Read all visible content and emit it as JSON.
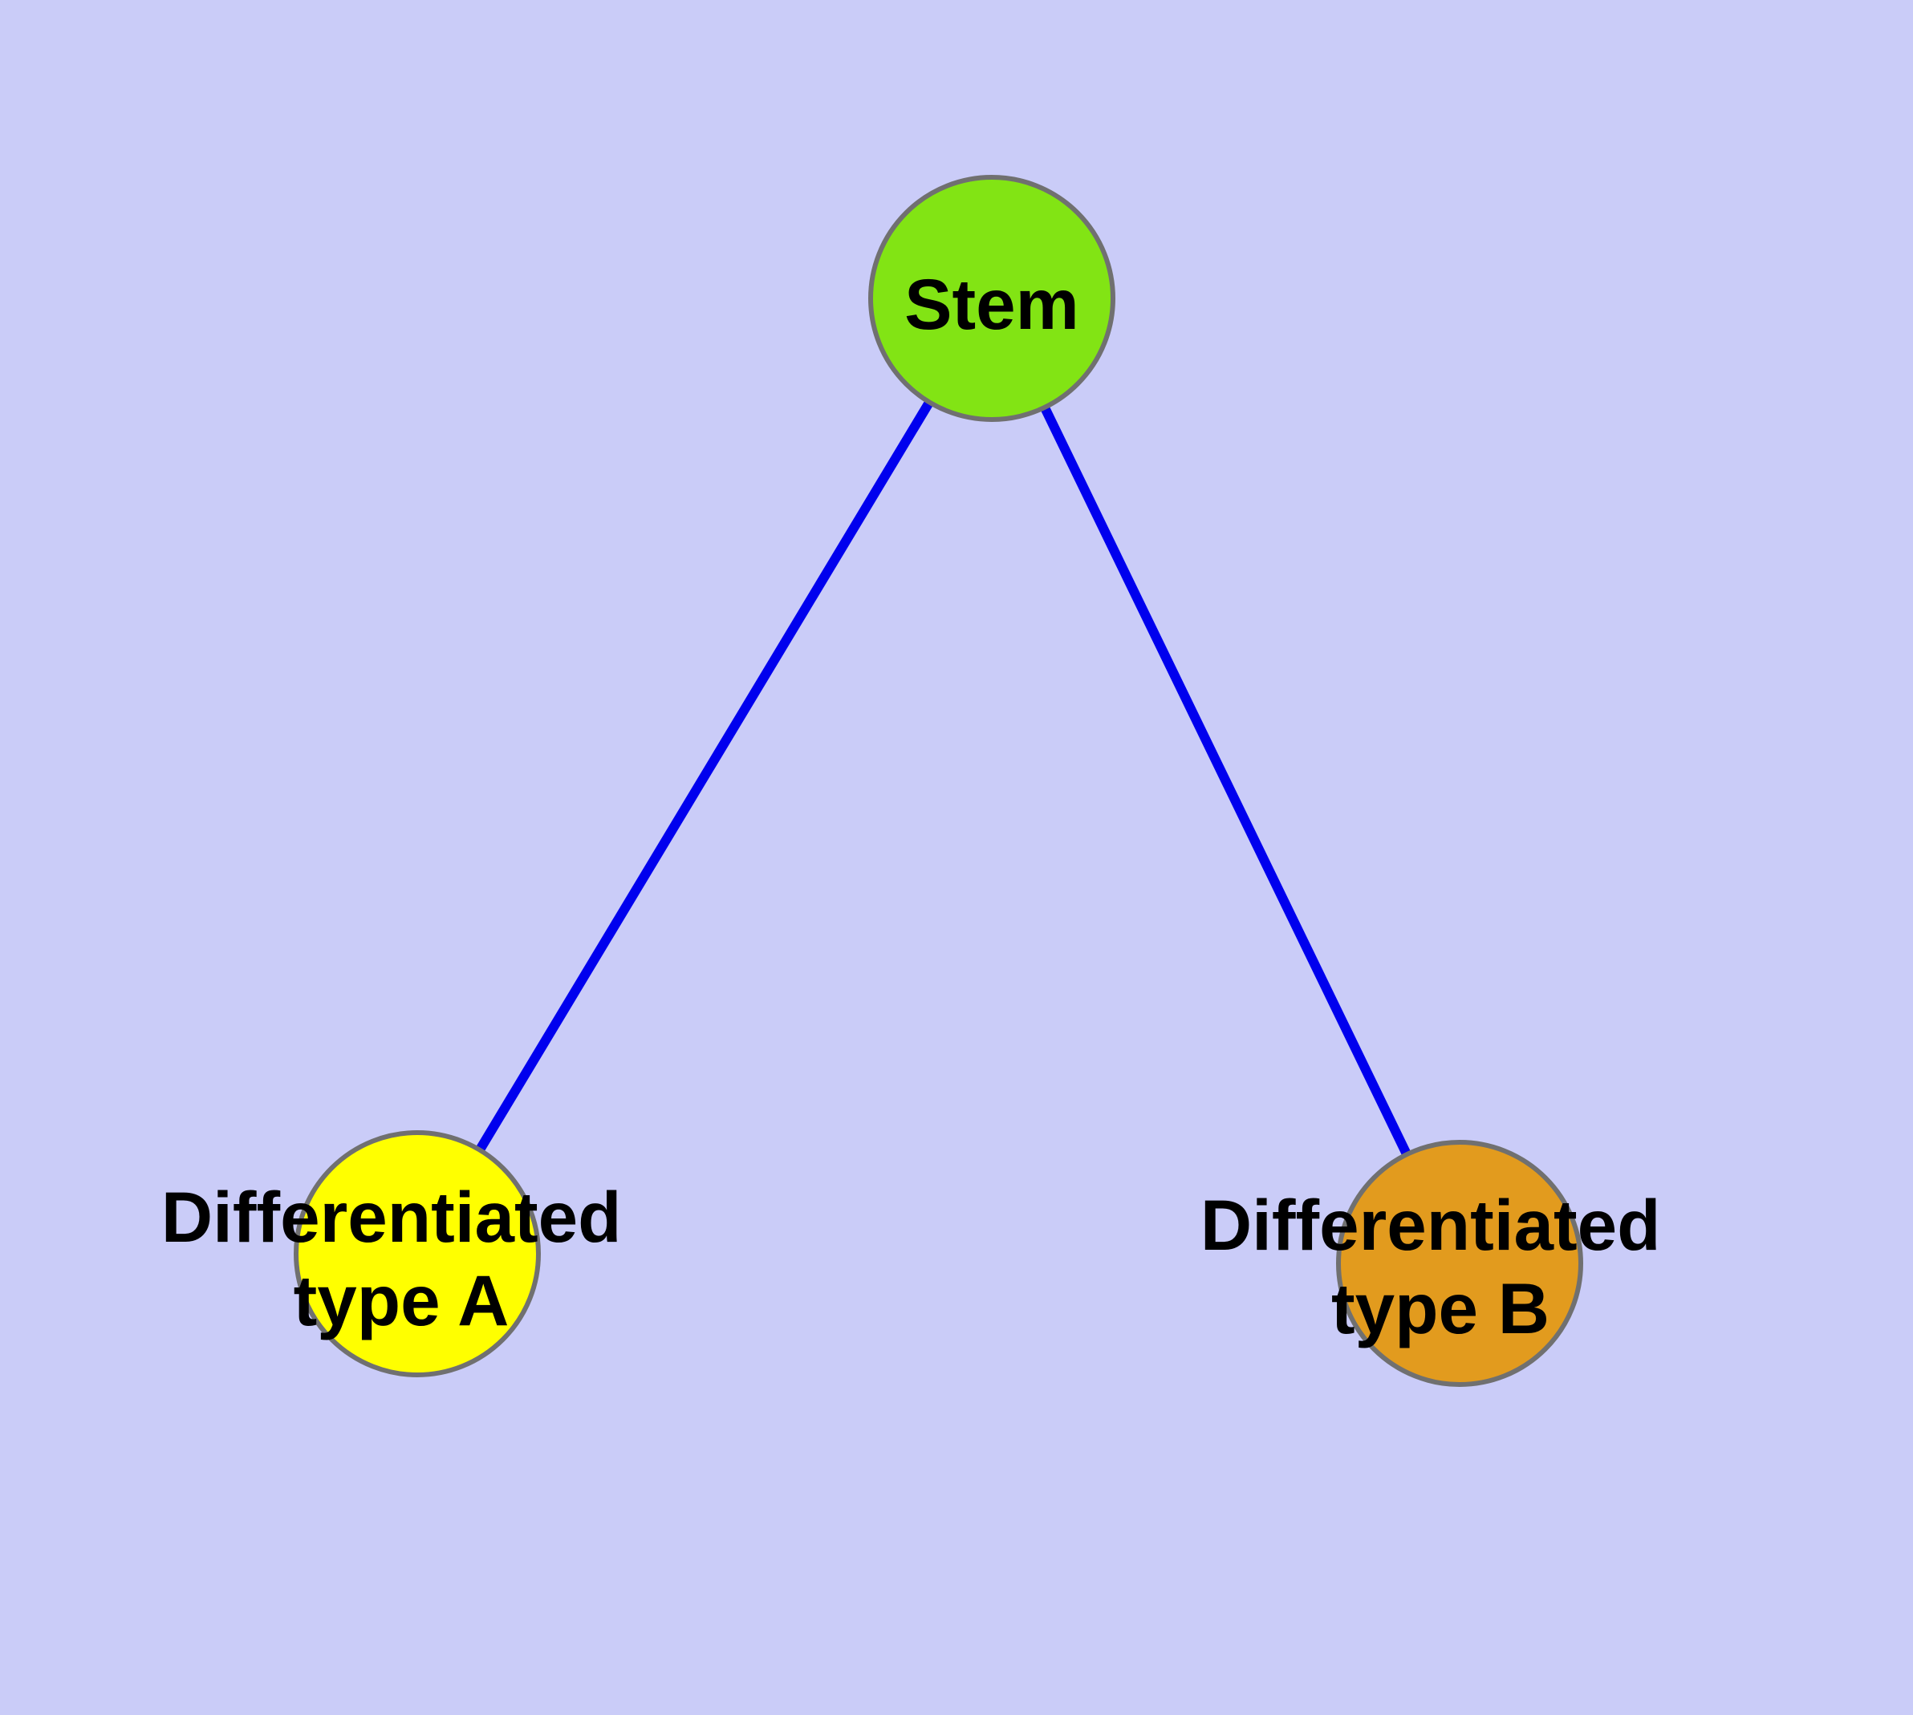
{
  "diagram": {
    "type": "graph",
    "background_color": "#caccf8",
    "edge_color": "#0000ee",
    "node_border_color": "#707070",
    "label_color": "#000000",
    "nodes": [
      {
        "id": "stem",
        "label": "Stem",
        "fill": "#82e414"
      },
      {
        "id": "differentiated-type-a",
        "label": "Differentiated type A",
        "label_line1": "Differentiated",
        "label_line2": "type A",
        "fill": "#ffff00"
      },
      {
        "id": "differentiated-type-b",
        "label": "Differentiated type B",
        "label_line1": "Differentiated",
        "label_line2": "type B",
        "fill": "#e29b1e"
      }
    ],
    "edges": [
      {
        "from": "Stem",
        "to": "Differentiated type A"
      },
      {
        "from": "Stem",
        "to": "Differentiated type B"
      }
    ]
  }
}
